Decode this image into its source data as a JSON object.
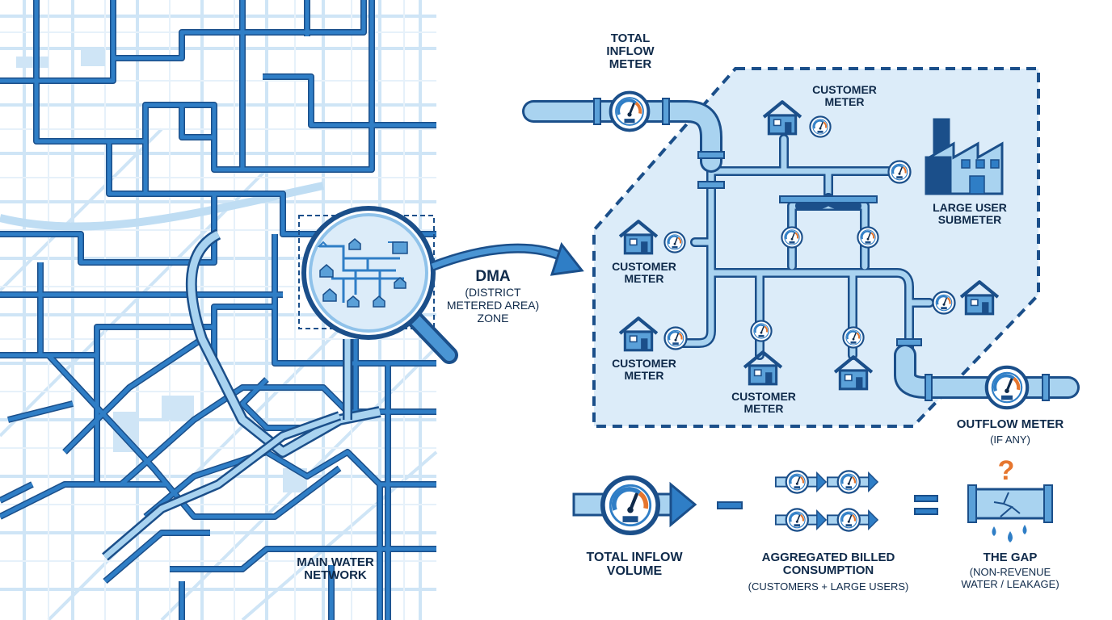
{
  "labels": {
    "total_inflow_meter": [
      "TOTAL",
      "INFLOW",
      "METER"
    ],
    "customer_meter_top": [
      "CUSTOMER",
      "METER"
    ],
    "large_user_submeter": [
      "LARGE USER",
      "SUBMETER"
    ],
    "customer_meter_left1": [
      "CUSTOMER",
      "METER"
    ],
    "customer_meter_left2": [
      "CUSTOMER",
      "METER"
    ],
    "customer_meter_bottom": [
      "CUSTOMER",
      "METER"
    ],
    "outflow_meter": "OUTFLOW METER",
    "outflow_note": "(IF ANY)",
    "dma_title": "DMA",
    "dma_sub": [
      "(DISTRICT",
      "METERED AREA)",
      "ZONE"
    ],
    "main_network": [
      "MAIN WATER",
      "NETWORK"
    ]
  },
  "equation": {
    "inflow": [
      "TOTAL INFLOW",
      "VOLUME"
    ],
    "minus": "−",
    "billed": [
      "AGGREGATED BILLED",
      "CONSUMPTION"
    ],
    "billed_note": "(CUSTOMERS + LARGE USERS)",
    "equals": "=",
    "gap": "THE GAP",
    "gap_note": [
      "(NON-REVENUE",
      "WATER / LEAKAGE)"
    ],
    "question": "?"
  },
  "colors": {
    "pipe": "#2f7ec6",
    "pipe_light": "#a9d3f0",
    "dark": "#1b4f8a",
    "zone_fill": "#dcecf9",
    "street": "#cfe5f6",
    "text": "#0f2a4a",
    "accent": "#e6762e"
  }
}
